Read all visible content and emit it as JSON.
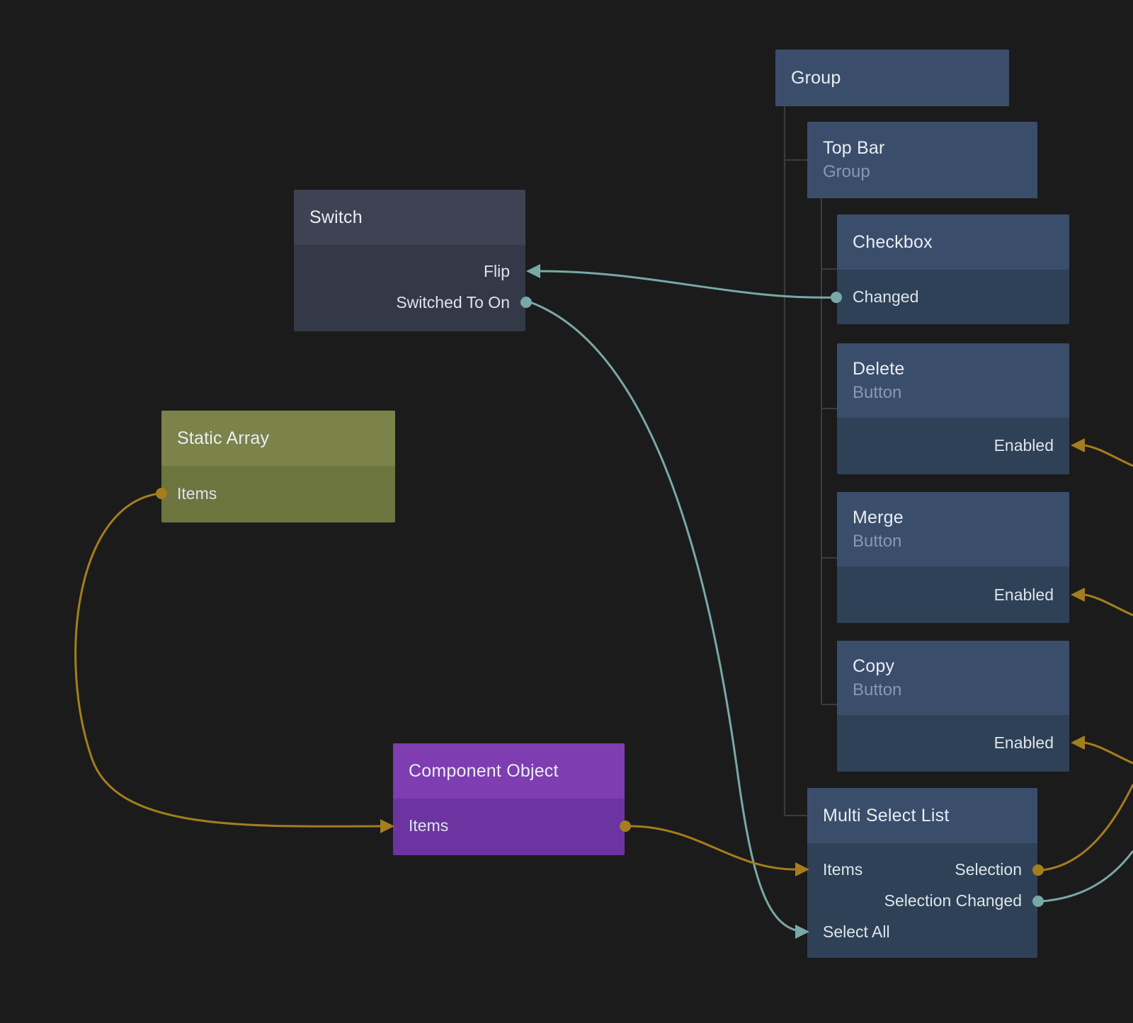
{
  "colors": {
    "bg": "#1b1b1b",
    "teal": "#79a8a6",
    "gold": "#a57d1e",
    "blue_header": "#3a4e6c",
    "blue_body": "#2f4156",
    "gray_header": "#3e4354",
    "gray_body": "#343947",
    "olive_header": "#7b834a",
    "olive_body": "#6d753f",
    "purple_header": "#7e3db1",
    "purple_body": "#6c34a0",
    "tree_line": "#3c3c3c",
    "title_text": "#e9edf2",
    "subtitle_text": "#8799af",
    "port_text": "#dde4ec"
  },
  "nodes": {
    "group": {
      "title": "Group"
    },
    "top_bar": {
      "title": "Top Bar",
      "subtitle": "Group"
    },
    "checkbox": {
      "title": "Checkbox",
      "ports": {
        "changed": "Changed"
      }
    },
    "delete": {
      "title": "Delete",
      "subtitle": "Button",
      "ports": {
        "enabled": "Enabled"
      }
    },
    "merge": {
      "title": "Merge",
      "subtitle": "Button",
      "ports": {
        "enabled": "Enabled"
      }
    },
    "copy": {
      "title": "Copy",
      "subtitle": "Button",
      "ports": {
        "enabled": "Enabled"
      }
    },
    "multi_select_list": {
      "title": "Multi Select List",
      "ports": {
        "items": "Items",
        "selection": "Selection",
        "selection_changed": "Selection Changed",
        "select_all": "Select All"
      }
    },
    "switch": {
      "title": "Switch",
      "ports": {
        "flip": "Flip",
        "switched_to_on": "Switched To On"
      }
    },
    "static_array": {
      "title": "Static Array",
      "ports": {
        "items": "Items"
      }
    },
    "component_object": {
      "title": "Component Object",
      "ports": {
        "items": "Items"
      }
    }
  },
  "connections": [
    {
      "from": "Checkbox.Changed",
      "to": "Switch.Flip",
      "color": "teal"
    },
    {
      "from": "Switch.Switched To On",
      "to": "Multi Select List.Select All",
      "color": "teal"
    },
    {
      "from": "Static Array.Items",
      "to": "Component Object.Items",
      "color": "gold"
    },
    {
      "from": "Component Object.Items",
      "to": "Multi Select List.Items",
      "color": "gold"
    },
    {
      "from": "offscreen-right",
      "to": "Delete.Enabled",
      "color": "gold"
    },
    {
      "from": "offscreen-right",
      "to": "Merge.Enabled",
      "color": "gold"
    },
    {
      "from": "offscreen-right",
      "to": "Copy.Enabled",
      "color": "gold"
    },
    {
      "from": "Multi Select List.Selection",
      "to": "offscreen-right",
      "color": "gold"
    },
    {
      "from": "Multi Select List.Selection Changed",
      "to": "offscreen-right",
      "color": "teal"
    }
  ]
}
